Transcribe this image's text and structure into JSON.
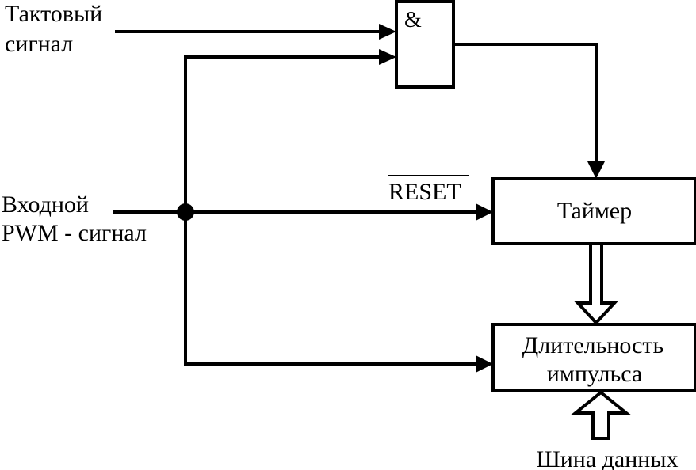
{
  "inputs": {
    "clock_line1": "Тактовый",
    "clock_line2": "сигнал",
    "pwm_line1": "Входной",
    "pwm_line2": "PWM - сигнал"
  },
  "and_gate": {
    "symbol": "&"
  },
  "reset_label": "RESET",
  "timer_block": {
    "label": "Таймер"
  },
  "pulse_block": {
    "line1": "Длительность",
    "line2": "импульса"
  },
  "data_bus_label": "Шина данных"
}
